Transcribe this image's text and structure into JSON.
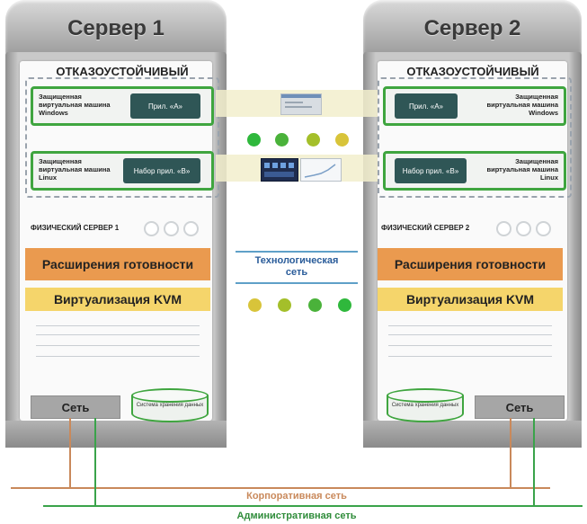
{
  "server1": {
    "title": "Сервер 1",
    "fault_tolerant": "ОТКАЗОУСТОЙЧИВЫЙ",
    "vm_windows": "Защищенная виртуальная машина Windows",
    "app_a": "Прил. «А»",
    "vm_linux": "Защищенная виртуальная машина Linux",
    "app_b": "Набор прил. «В»",
    "physical": "ФИЗИЧЕСКИЙ СЕРВЕР 1",
    "availability": "Расширения готовности",
    "kvm": "Виртуализация KVM",
    "network": "Сеть",
    "storage": "Система хранения данных"
  },
  "server2": {
    "title": "Сервер 2",
    "fault_tolerant": "ОТКАЗОУСТОЙЧИВЫЙ",
    "vm_windows": "Защищенная виртуальная машина Windows",
    "app_a": "Прил. «А»",
    "vm_linux": "Защищенная виртуальная машина Linux",
    "app_b": "Набор прил. «В»",
    "physical": "ФИЗИЧЕСКИЙ СЕРВЕР 2",
    "availability": "Расширения готовности",
    "kvm": "Виртуализация KVM",
    "network": "Сеть",
    "storage": "Система хранения данных"
  },
  "tech_network": "Технологическая сеть",
  "corporate_network": "Корпоративная сеть",
  "admin_network": "Административная сеть",
  "colors": {
    "green": "#3fa53f",
    "orange": "#ea9a4f",
    "yellow": "#f5d56b",
    "dot_green": "#2fb83c",
    "dot_olive": "#a4bf2a",
    "dot_yellow": "#d8c43a",
    "tech_blue": "#2a5c9a",
    "corporate_line": "#c9895b",
    "admin_line": "#3aa34a"
  }
}
